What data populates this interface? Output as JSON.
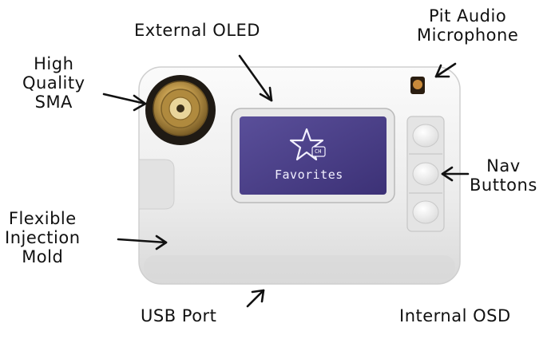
{
  "labels": {
    "external_oled": "External OLED",
    "pit_audio": "Pit Audio",
    "microphone": "Microphone",
    "sma_line1": "High",
    "sma_line2": "Quality",
    "sma_line3": "SMA",
    "nav_line1": "Nav",
    "nav_line2": "Buttons",
    "mold_line1": "Flexible",
    "mold_line2": "Injection",
    "mold_line3": "Mold",
    "usb_port": "USB Port",
    "internal_osd": "Internal OSD"
  },
  "screen": {
    "menu_label": "Favorites",
    "badge": "CH",
    "icon": "star-icon"
  },
  "colors": {
    "body": "#f1f1f1",
    "screen_bg": "#4a3f86",
    "screen_text": "#f2f0ff",
    "sma_gold": "#b8964a",
    "ink": "#111111"
  }
}
